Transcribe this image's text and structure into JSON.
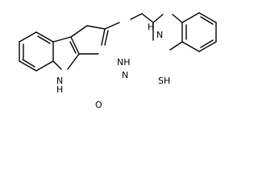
{
  "molecule": {
    "atoms": {
      "indole_nh": "H",
      "indole_n": "N",
      "carbonyl_o": "O",
      "hydrazide_nh": "NH",
      "hydrazone_n": "N",
      "thio_s": "SH",
      "aryl_nh_h": "H",
      "aryl_nh_n": "N"
    }
  }
}
